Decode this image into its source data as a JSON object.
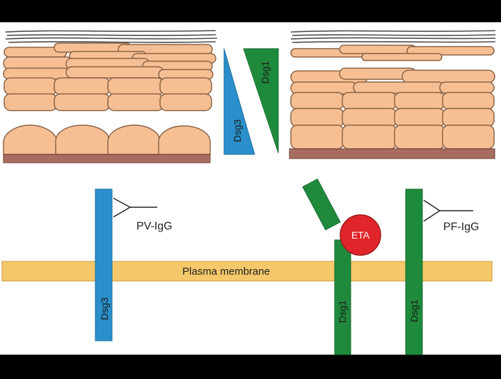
{
  "colors": {
    "letterbox": "#000000",
    "background": "#ffffff",
    "cell_fill": "#f6bf93",
    "cell_stroke": "#8a6346",
    "basement": "#a86c60",
    "stratum_lines": "#4a4a4a",
    "dsg3": "#2a8fca",
    "dsg1": "#1f8a3c",
    "membrane": "#f5c96b",
    "membrane_stroke": "#c79a32",
    "eta": "#e0262b",
    "eta_stroke": "#9c1a1a",
    "text": "#222222"
  },
  "labels": {
    "dsg3_wedge": "Dsg3",
    "dsg1_wedge": "Dsg1",
    "pv_igg": "PV-IgG",
    "pf_igg": "PF-IgG",
    "membrane": "Plasma membrane",
    "dsg3_bar": "Dsg3",
    "dsg1_bar_eta": "Dsg1",
    "dsg1_bar_pf": "Dsg1",
    "eta": "ETA"
  }
}
